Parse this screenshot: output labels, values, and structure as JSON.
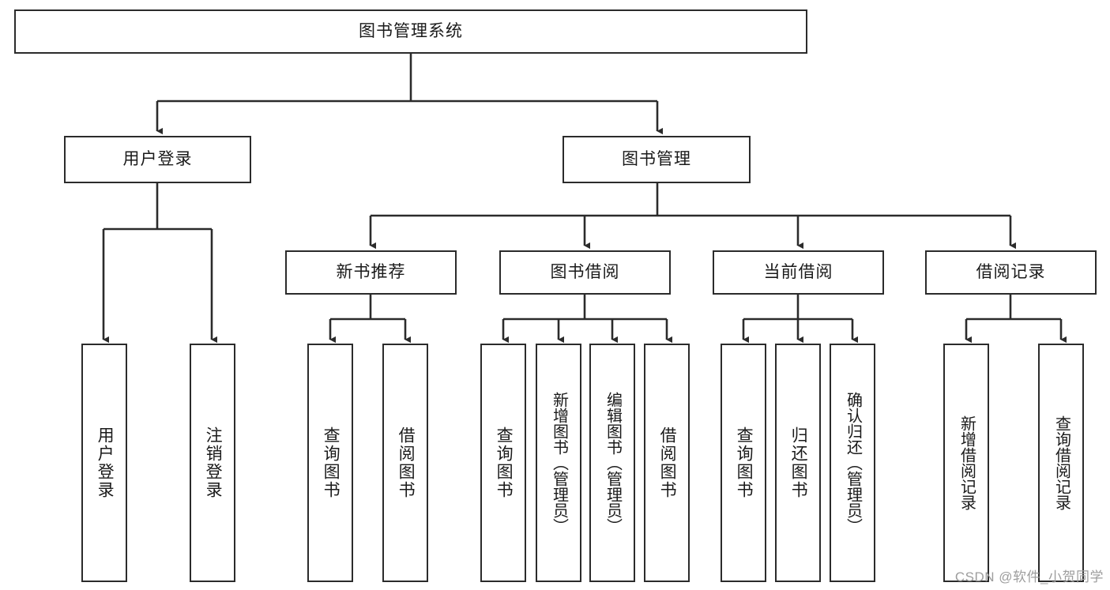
{
  "diagram": {
    "type": "tree",
    "title": "图书管理系统",
    "root": {
      "id": "root",
      "label": "图书管理系统"
    },
    "level1": [
      {
        "id": "user-login",
        "label": "用户登录"
      },
      {
        "id": "book-manage",
        "label": "图书管理"
      }
    ],
    "level2": [
      {
        "id": "new-book-recommend",
        "label": "新书推荐"
      },
      {
        "id": "book-borrow",
        "label": "图书借阅"
      },
      {
        "id": "current-borrow",
        "label": "当前借阅"
      },
      {
        "id": "borrow-record",
        "label": "借阅记录"
      }
    ],
    "leaves": {
      "user_login": [
        {
          "id": "leaf-user-login",
          "label": "用户登录"
        },
        {
          "id": "leaf-logout",
          "label": "注销登录"
        }
      ],
      "new_book_recommend": [
        {
          "id": "leaf-query-book-1",
          "label": "查询图书"
        },
        {
          "id": "leaf-borrow-book-1",
          "label": "借阅图书"
        }
      ],
      "book_borrow": [
        {
          "id": "leaf-query-book-2",
          "label": "查询图书"
        },
        {
          "id": "leaf-add-book",
          "label": "新增图书（管理员）"
        },
        {
          "id": "leaf-edit-book",
          "label": "编辑图书（管理员）"
        },
        {
          "id": "leaf-borrow-book-2",
          "label": "借阅图书"
        }
      ],
      "current_borrow": [
        {
          "id": "leaf-query-book-3",
          "label": "查询图书"
        },
        {
          "id": "leaf-return-book",
          "label": "归还图书"
        },
        {
          "id": "leaf-confirm-return",
          "label": "确认归还（管理员）"
        }
      ],
      "borrow_record": [
        {
          "id": "leaf-add-record",
          "label": "新增借阅记录"
        },
        {
          "id": "leaf-query-record",
          "label": "查询借阅记录"
        }
      ]
    },
    "colors": {
      "stroke": "#2b2b2b",
      "background": "#ffffff",
      "text": "#1a1a1a",
      "watermark": "#9d9d9d"
    }
  },
  "watermark": {
    "text": "CSDN @软件_小贺同学"
  }
}
